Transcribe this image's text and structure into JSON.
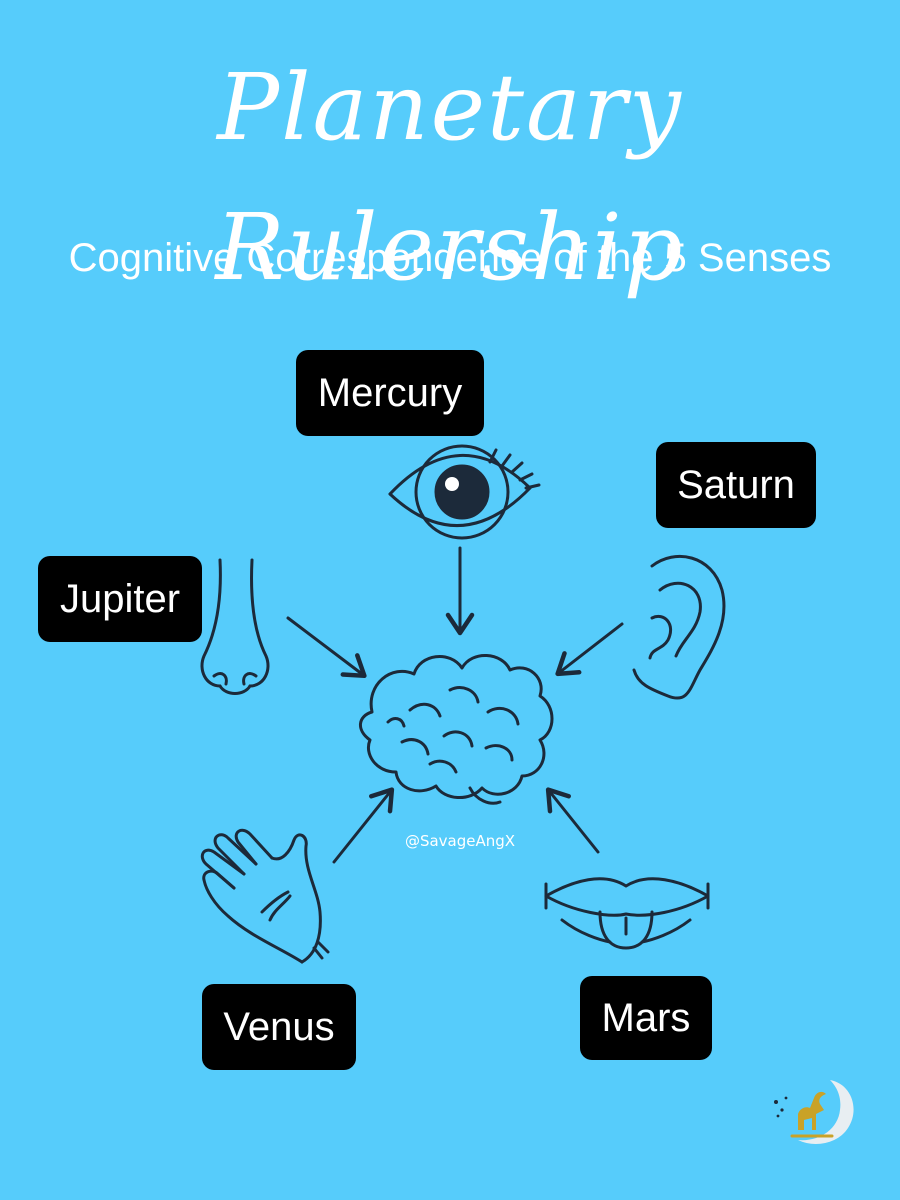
{
  "colors": {
    "background": "#56CCFB",
    "label_bg": "#000000",
    "ink": "#1c2a3a",
    "text": "#ffffff",
    "logo_gold": "#c9a227",
    "logo_ring": "#e8eef2"
  },
  "title": "Planetary Rulership",
  "subtitle": "Cognitive Correspondence of the 5 Senses",
  "center": {
    "icon": "brain-icon"
  },
  "planets": {
    "mercury": {
      "label": "Mercury",
      "sense_icon": "eye-icon"
    },
    "saturn": {
      "label": "Saturn",
      "sense_icon": "ear-icon"
    },
    "jupiter": {
      "label": "Jupiter",
      "sense_icon": "nose-icon"
    },
    "venus": {
      "label": "Venus",
      "sense_icon": "hand-icon"
    },
    "mars": {
      "label": "Mars",
      "sense_icon": "mouth-icon"
    }
  },
  "watermark": "@SavageAngX",
  "logo": {
    "icon": "goat-moon-logo-icon"
  }
}
